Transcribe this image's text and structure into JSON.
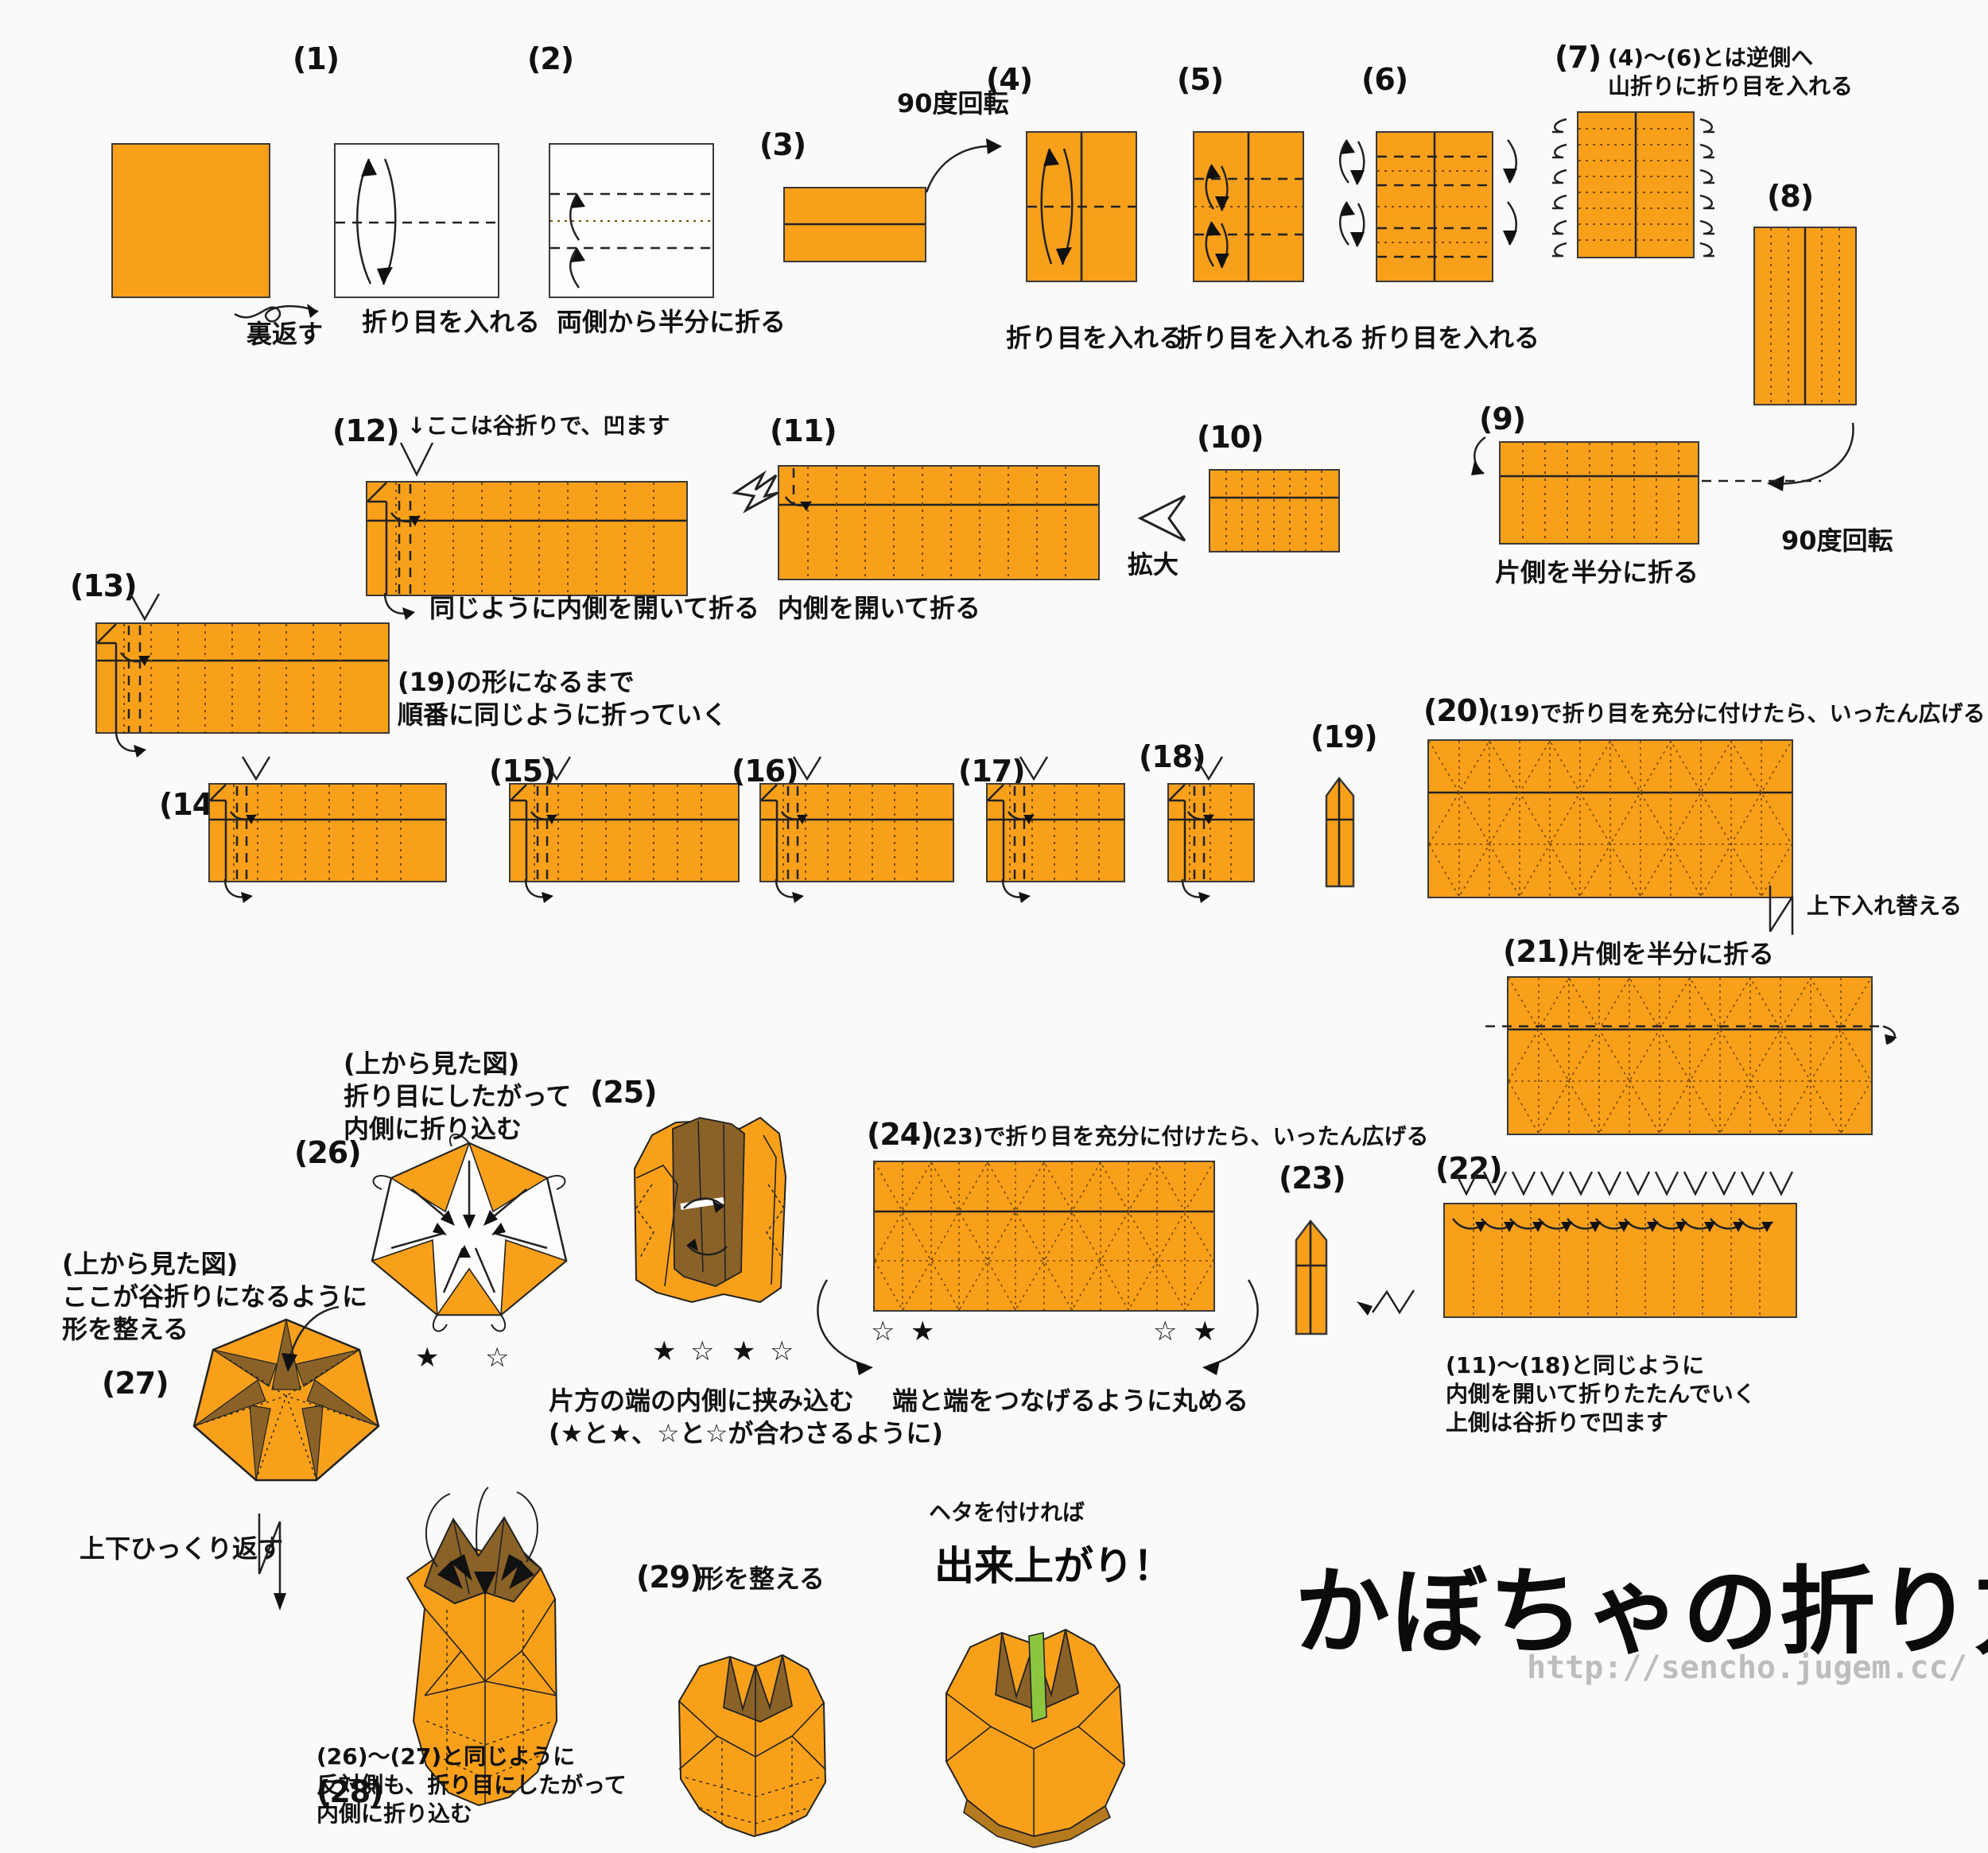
{
  "doc": {
    "title": "かぼちゃの折り方",
    "url": "http://sencho.jugem.cc/",
    "background_color": "#fafaf8",
    "paper_color": "#f9a01b",
    "paper_back_color": "#8a6228",
    "stem_color": "#8cc63f",
    "line_color": "#222222"
  },
  "steps": [
    {
      "id": "start",
      "label": "",
      "caption": ""
    },
    {
      "id": "s1",
      "label": "(1)",
      "caption": "折り目を入れる"
    },
    {
      "id": "s2",
      "label": "(2)",
      "caption": "両側から半分に折る"
    },
    {
      "id": "s3",
      "label": "(3)",
      "caption": ""
    },
    {
      "id": "s4",
      "label": "(4)",
      "caption": "折り目を入れる"
    },
    {
      "id": "s5",
      "label": "(5)",
      "caption": "折り目を入れる"
    },
    {
      "id": "s6",
      "label": "(6)",
      "caption": "折り目を入れる"
    },
    {
      "id": "s7",
      "label": "(7)",
      "caption": "(4)〜(6)とは逆側へ\n山折りに折り目を入れる"
    },
    {
      "id": "s8",
      "label": "(8)",
      "caption": ""
    },
    {
      "id": "s9",
      "label": "(9)",
      "caption": "片側を半分に折る"
    },
    {
      "id": "s10",
      "label": "(10)",
      "caption": ""
    },
    {
      "id": "s11",
      "label": "(11)",
      "caption": "内側を開いて折る"
    },
    {
      "id": "s12",
      "label": "(12)",
      "caption": "同じように内側を開いて折る"
    },
    {
      "id": "s13",
      "label": "(13)",
      "caption": "(19)の形になるまで\n順番に同じように折っていく"
    },
    {
      "id": "s14",
      "label": "(14)",
      "caption": ""
    },
    {
      "id": "s15",
      "label": "(15)",
      "caption": ""
    },
    {
      "id": "s16",
      "label": "(16)",
      "caption": ""
    },
    {
      "id": "s17",
      "label": "(17)",
      "caption": ""
    },
    {
      "id": "s18",
      "label": "(18)",
      "caption": ""
    },
    {
      "id": "s19",
      "label": "(19)",
      "caption": ""
    },
    {
      "id": "s20",
      "label": "(20)",
      "caption": "(19)で折り目を充分に付けたら、いったん広げる"
    },
    {
      "id": "s21",
      "label": "(21)",
      "caption": "片側を半分に折る"
    },
    {
      "id": "s22",
      "label": "(22)",
      "caption": "(11)〜(18)と同じように\n内側を開いて折りたたんでいく\n上側は谷折りで凹ます"
    },
    {
      "id": "s23",
      "label": "(23)",
      "caption": ""
    },
    {
      "id": "s24",
      "label": "(24)",
      "caption": "(23)で折り目を充分に付けたら、いったん広げる"
    },
    {
      "id": "s25",
      "label": "(25)",
      "caption": "片方の端の内側に挟み込む\n(★と★、☆と☆が合わさるように)"
    },
    {
      "id": "s26",
      "label": "(26)",
      "caption": "(上から見た図)\n折り目にしたがって\n内側に折り込む"
    },
    {
      "id": "s27",
      "label": "(27)",
      "caption": "(上から見た図)\nここが谷折りになるように\n形を整える"
    },
    {
      "id": "s28",
      "label": "(28)",
      "caption": "(26)〜(27)と同じように\n反対側も、折り目にしたがって\n内側に折り込む"
    },
    {
      "id": "s29",
      "label": "(29)",
      "caption": "形を整える"
    },
    {
      "id": "done",
      "label": "",
      "caption": "ヘタを付ければ"
    }
  ],
  "annotations": {
    "turn_over": "裏返す",
    "rotate_90_a": "90度回転",
    "rotate_90_b": "90度回転",
    "enlarge": "拡大",
    "valley_here": "↓ここは谷折りで、凹ます",
    "swap_top_bottom": "上下入れ替える",
    "flip_top_bottom": "上下ひっくり返す",
    "roll_ends": "端と端をつなげるように丸める",
    "finished": "出来上がり！",
    "star_filled": "★",
    "star_hollow": "☆"
  }
}
